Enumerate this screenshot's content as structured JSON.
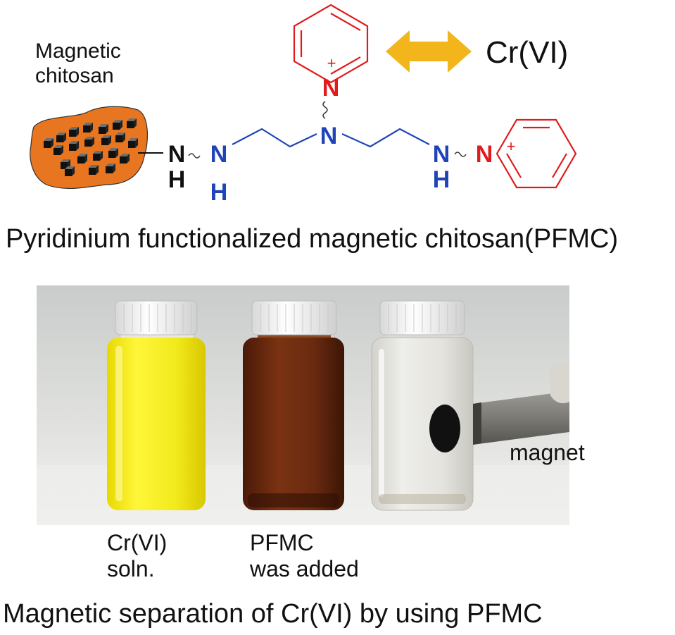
{
  "scheme": {
    "support_label_line1": "Magnetic",
    "support_label_line2": "chitosan",
    "target_ion": "Cr(VI)",
    "atom_N": "N",
    "atom_H": "H",
    "charge": "+",
    "title": "Pyridinium functionalized magnetic chitosan(PFMC)"
  },
  "photo": {
    "vial_1_label_line1": "Cr(VI)",
    "vial_1_label_line2": "soln.",
    "vial_2_label_line1": "PFMC",
    "vial_2_label_line2": "was added",
    "magnet_label": "magnet"
  },
  "caption": "Magnetic separation of Cr(VI) by using PFMC",
  "colors": {
    "pyridinium": "#e01b1b",
    "amine": "#1f44b8",
    "arrow": "#f2b51b",
    "support": "#e8751f",
    "cr_solution": "#f2ea1c",
    "pfmc_suspension": "#6a2a10"
  }
}
